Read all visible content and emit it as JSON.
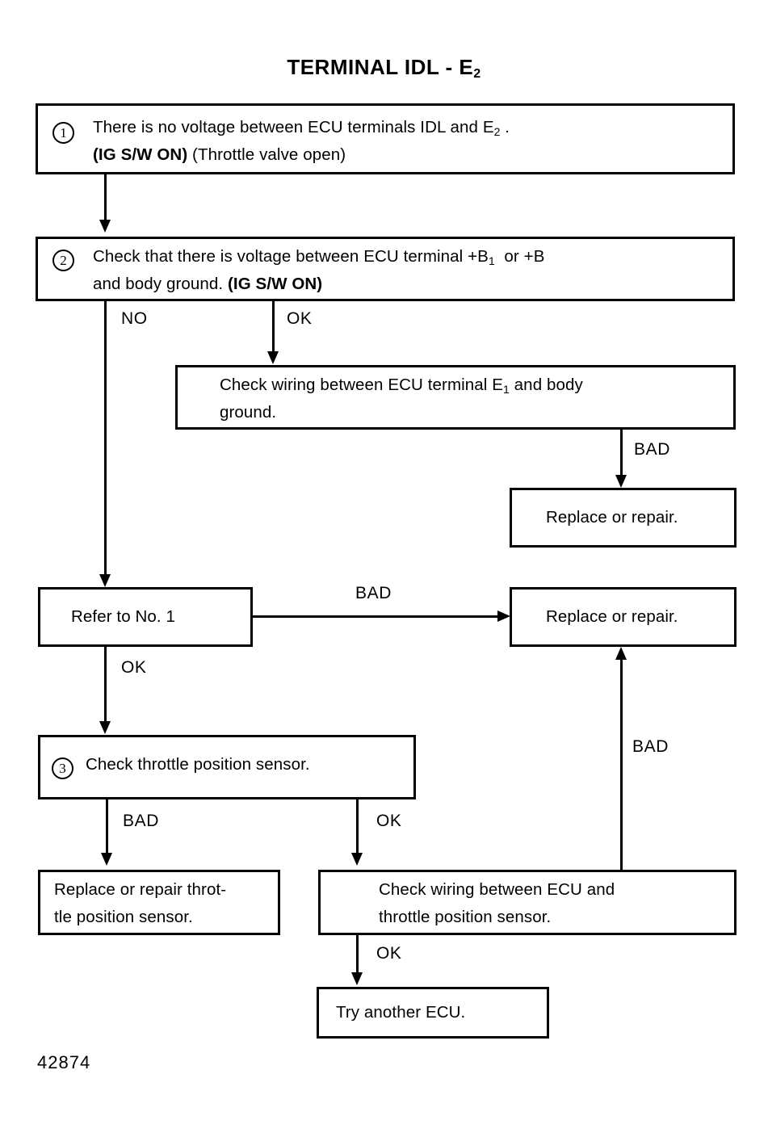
{
  "figure": {
    "title_main": "TERMINAL IDL - E",
    "title_sub": "2",
    "number": "42874"
  },
  "nodes": {
    "step1": {
      "step": "1",
      "line1_a": "There is no voltage between ECU terminals IDL and E",
      "line1_sub": "2",
      "line1_b": " .",
      "line2_bold": "(IG S/W ON)",
      "line2_rest": " (Throttle valve open)"
    },
    "step2": {
      "step": "2",
      "line1_a": "Check that there is voltage between ECU terminal +B",
      "line1_sub": "1",
      "line1_b": "  or +B",
      "line2_rest": "and body ground. ",
      "line2_bold": "(IG S/W ON)"
    },
    "check_e1_ground": {
      "line1_a": "Check wiring between ECU terminal E",
      "line1_sub": "1",
      "line1_b": " and body",
      "line2": "ground."
    },
    "replace_repair_1": {
      "text": "Replace or repair."
    },
    "refer_no1": {
      "text": "Refer to No. 1"
    },
    "replace_repair_2": {
      "text": "Replace or repair."
    },
    "step3": {
      "step": "3",
      "text": "Check throttle position sensor."
    },
    "replace_tps": {
      "line1": "Replace or repair throt-",
      "line2": "tle position sensor."
    },
    "check_wiring_tps": {
      "line1": "Check wiring between ECU and",
      "line2": "throttle position sensor."
    },
    "try_another_ecu": {
      "text": "Try another ECU."
    }
  },
  "edges": {
    "step2_no": "NO",
    "step2_ok": "OK",
    "e1_bad": "BAD",
    "refer_bad": "BAD",
    "refer_ok": "OK",
    "step3_bad": "BAD",
    "step3_ok": "OK",
    "wiring_bad": "BAD",
    "wiring_ok": "OK"
  },
  "colors": {
    "ink": "#000000",
    "paper": "#ffffff"
  }
}
